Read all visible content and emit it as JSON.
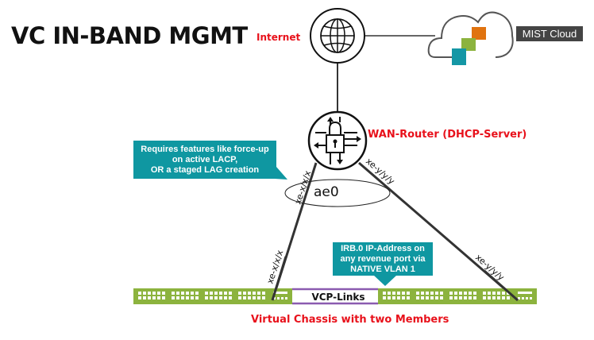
{
  "title": "VC IN-BAND MGMT",
  "labels": {
    "internet": "Internet",
    "mist_cloud": "MIST Cloud",
    "wan_router": "WAN-Router (DHCP-Server)",
    "ae0": "ae0",
    "vcp_links": "VCP-Links",
    "virtual_chassis": "Virtual Chassis with two Members"
  },
  "port_labels": {
    "router_left": "xe-x/x/x",
    "router_right": "xe-y/y/y",
    "switch_left": "xe-x/x/x",
    "switch_right": "xe-y/y/y"
  },
  "callouts": {
    "lacp": [
      "Requires features like force-up",
      "on active LACP,",
      "OR a staged LAG creation"
    ],
    "irb": [
      "IRB.0 IP-Address on",
      "any revenue port via",
      "NATIVE VLAN 1"
    ]
  },
  "colors": {
    "accent_red": "#e8111b",
    "callout_teal": "#0f97a1",
    "switch_green": "#8cb33e",
    "vcp_purple": "#8b5bb0",
    "mist_orange": "#e0730f",
    "mist_green": "#8cb33e",
    "mist_teal": "#1597a5"
  }
}
